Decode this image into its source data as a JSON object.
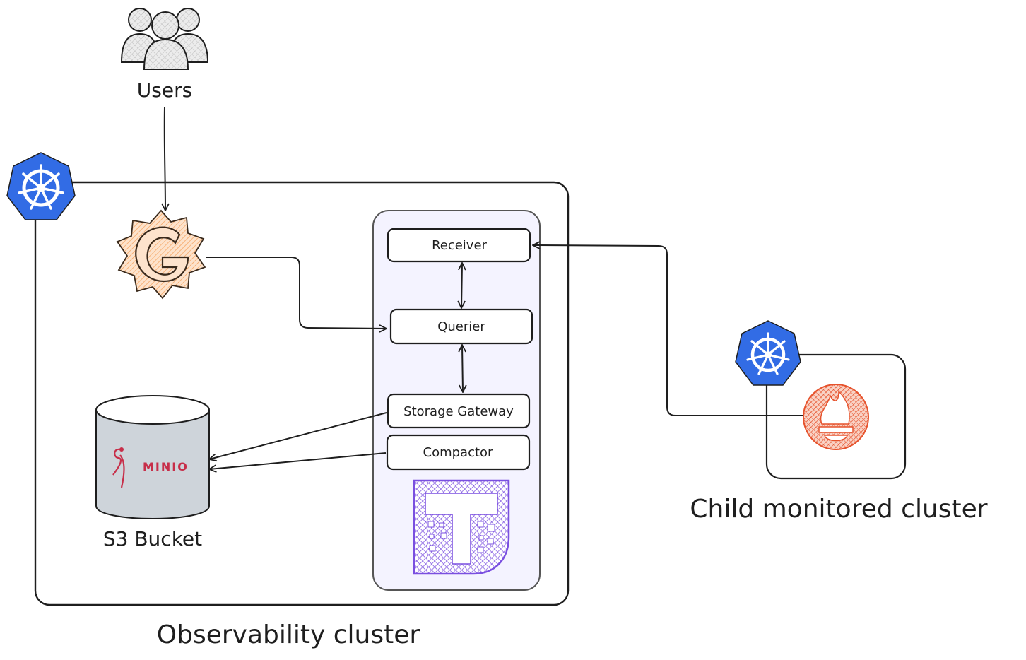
{
  "diagram": {
    "users": {
      "label": "Users",
      "icon": "users-icon"
    },
    "observability_cluster": {
      "label": "Observability cluster",
      "icon": "kubernetes-icon",
      "grafana": {
        "icon": "grafana-icon"
      },
      "s3": {
        "label": "S3 Bucket",
        "brand": "MINIO",
        "brand_color": "#c72e49"
      },
      "thanos": {
        "icon": "thanos-icon",
        "components": {
          "receiver": "Receiver",
          "querier": "Querier",
          "storage_gateway": "Storage Gateway",
          "compactor": "Compactor"
        }
      }
    },
    "child_cluster": {
      "label": "Child monitored cluster",
      "icon": "kubernetes-icon",
      "prometheus": {
        "icon": "prometheus-icon"
      }
    },
    "colors": {
      "kubernetes": "#326ce5",
      "grafana": "#f5a05a",
      "prometheus": "#e6522c",
      "thanos": "#7a4fe0",
      "thanos_panel": "#f4f3ff",
      "bucket": "#ced4da"
    }
  }
}
